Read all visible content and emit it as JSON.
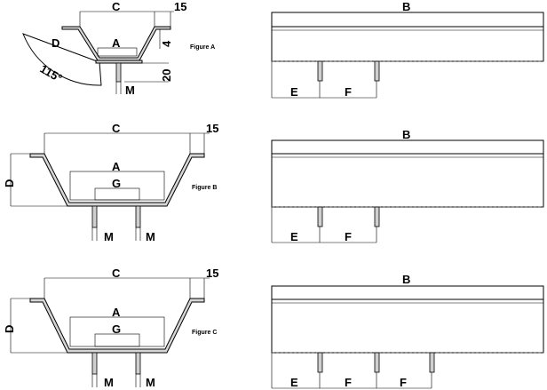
{
  "figures": {
    "a": {
      "caption": "Figure A",
      "labels": {
        "c": "C",
        "top_flange": "15",
        "depth": "D",
        "inner_width": "A",
        "lip": "4",
        "pin_len": "20",
        "pin_dia": "M",
        "angle": "115°"
      }
    },
    "b": {
      "caption": "Figure B",
      "labels": {
        "c": "C",
        "top_flange": "15",
        "depth": "D",
        "inner_width": "A",
        "spacing": "G",
        "pin_dia_1": "M",
        "pin_dia_2": "M"
      }
    },
    "c": {
      "caption": "Figure C",
      "labels": {
        "c": "C",
        "top_flange": "15",
        "depth": "D",
        "inner_width": "A",
        "spacing": "G",
        "pin_dia_1": "M",
        "pin_dia_2": "M"
      }
    }
  },
  "side_views": {
    "a": {
      "length": "B",
      "offset": "E",
      "spacing": "F"
    },
    "b": {
      "length": "B",
      "offset": "E",
      "spacing": "F"
    },
    "c": {
      "length": "B",
      "offset": "E",
      "spacing_1": "F",
      "spacing_2": "F"
    }
  }
}
